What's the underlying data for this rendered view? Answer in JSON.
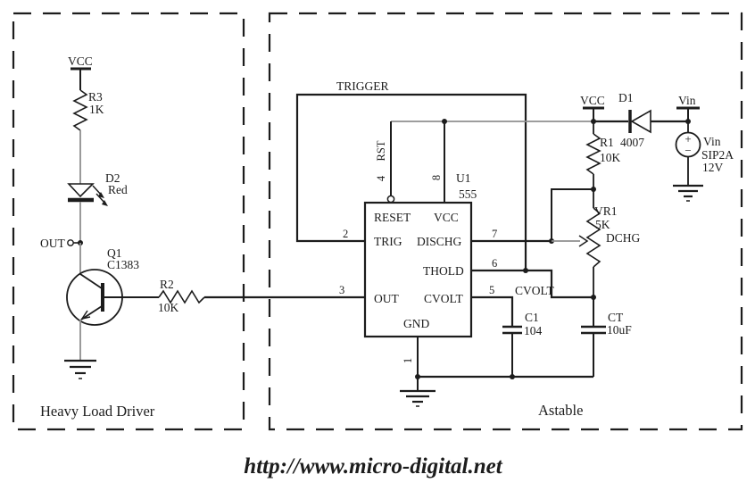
{
  "footer": {
    "url": "http://www.micro-digital.net"
  },
  "driver": {
    "title": "Heavy Load Driver",
    "vcc": "VCC",
    "out": "OUT",
    "r3": {
      "ref": "R3",
      "value": "1K"
    },
    "d2": {
      "ref": "D2",
      "value": "Red"
    },
    "q1": {
      "ref": "Q1",
      "value": "C1383"
    },
    "r2": {
      "ref": "R2",
      "value": "10K"
    }
  },
  "astable": {
    "title": "Astable",
    "trigger": "TRIGGER",
    "rst": "RST",
    "cvolt_net": "CVOLT",
    "dchg_net": "DCHG",
    "vcc": "VCC",
    "vin": "Vin",
    "u1": {
      "ref": "U1",
      "value": "555",
      "pins": {
        "reset": "RESET",
        "vcc": "VCC",
        "trig": "TRIG",
        "dischg": "DISCHG",
        "thold": "THOLD",
        "out": "OUT",
        "cvolt": "CVOLT",
        "gnd": "GND"
      },
      "nums": {
        "p1": "1",
        "p2": "2",
        "p3": "3",
        "p4": "4",
        "p5": "5",
        "p6": "6",
        "p7": "7",
        "p8": "8"
      }
    },
    "r1": {
      "ref": "R1",
      "value": "10K"
    },
    "vr1": {
      "ref": "VR1",
      "value": "5K"
    },
    "d1": {
      "ref": "D1",
      "value": "4007"
    },
    "c1": {
      "ref": "C1",
      "value": "104"
    },
    "ct": {
      "ref": "CT",
      "value": "10uF"
    },
    "source": {
      "name": "Vin",
      "type": "SIP2A",
      "voltage": "12V",
      "plus": "+",
      "minus": "−"
    }
  },
  "colors": {
    "wire": "#1c1c1c",
    "bus": "#8f8f8f",
    "background": "#ffffff"
  }
}
